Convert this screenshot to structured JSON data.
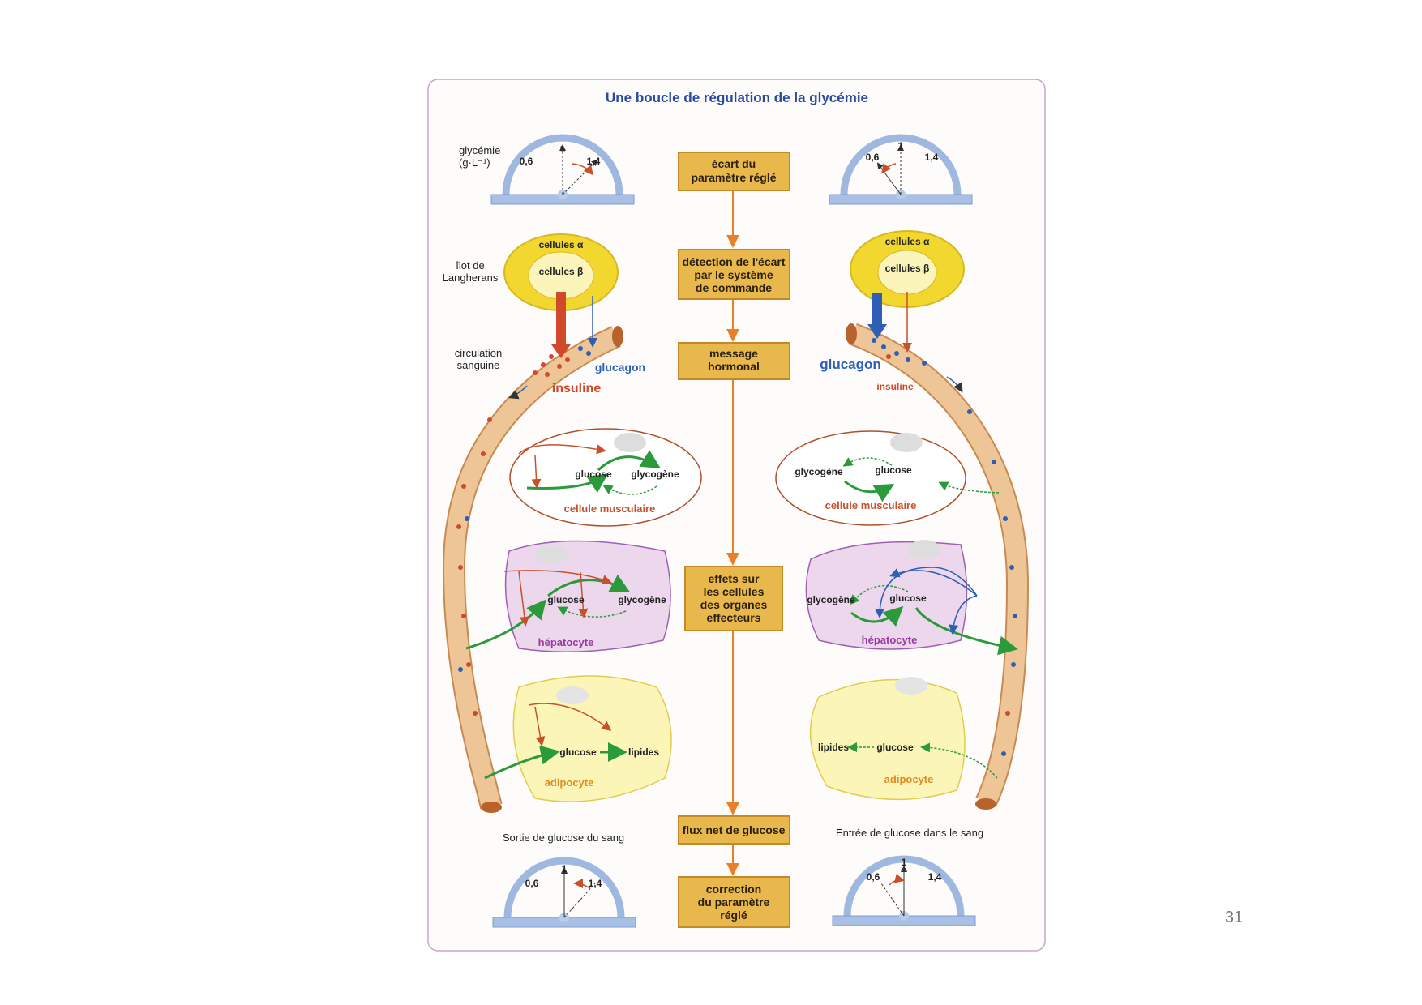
{
  "title": "Une boucle de régulation de la glycémie",
  "gauge": {
    "label_line1": "glycémie",
    "label_line2": "(g·L⁻¹)",
    "tick_low": "0,6",
    "tick_mid": "1",
    "tick_high": "1,4"
  },
  "loop_steps": [
    {
      "lines": [
        "écart du",
        "paramètre réglé"
      ]
    },
    {
      "lines": [
        "détection de l'écart",
        "par le système",
        "de commande"
      ]
    },
    {
      "lines": [
        "message",
        "hormonal"
      ]
    },
    {
      "lines": [
        "effets sur",
        "les cellules",
        "des organes",
        "effecteurs"
      ]
    },
    {
      "lines": [
        "flux net de glucose"
      ]
    },
    {
      "lines": [
        "correction",
        "du paramètre",
        "réglé"
      ]
    }
  ],
  "islet": {
    "label_line1": "îlot de",
    "label_line2": "Langherans",
    "alpha": "cellules α",
    "beta": "cellules β"
  },
  "blood": {
    "label_line1": "circulation",
    "label_line2": "sanguine"
  },
  "hormones": {
    "glucagon": "glucagon",
    "insuline": "insuline"
  },
  "cells": {
    "muscle": "cellule musculaire",
    "liver": "hépatocyte",
    "fat": "adipocyte",
    "glucose": "glucose",
    "glycogen": "glycogène",
    "lipids": "lipides"
  },
  "outcomes": {
    "left": "Sortie de glucose du sang",
    "right": "Entrée de glucose dans le sang"
  },
  "page_number": "31",
  "colors": {
    "insulin": "#d0492a",
    "glucagon": "#2d5fb5",
    "title": "#2b4a9c",
    "box": "#e9b84c"
  }
}
